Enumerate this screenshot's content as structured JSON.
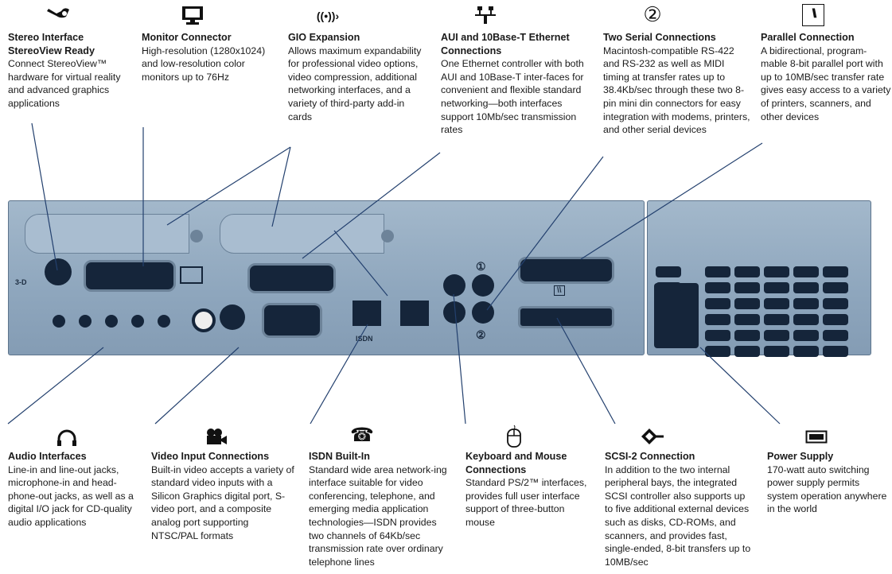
{
  "top_features": [
    {
      "icon": "stereo-glasses-icon",
      "title": "Stereo Interface StereoView Ready",
      "title_lines": [
        "Stereo Interface",
        "StereoView Ready"
      ],
      "body": "Connect StereoView™ hardware for virtual reality and advanced graphics applications"
    },
    {
      "icon": "monitor-icon",
      "title": "Monitor Connector",
      "body": "High-resolution (1280x1024) and low-resolution color monitors up to 76Hz"
    },
    {
      "icon": "gio-expansion-icon",
      "title": "GIO Expansion",
      "body": "Allows maximum expandability for professional video options, video compression, additional networking interfaces, and a variety of third-party add-in cards"
    },
    {
      "icon": "network-icon",
      "title": "AUI and 10Base-T Ethernet Connections",
      "body": "One Ethernet controller with both AUI and 10Base-T inter-faces for convenient and flexible standard networking—both interfaces support 10Mb/sec transmission rates"
    },
    {
      "icon": "serial-two-icon",
      "icon_text": "②",
      "title": "Two Serial Connections",
      "body": "Macintosh-compatible RS-422 and RS-232 as well as MIDI timing at transfer rates up to 38.4Kb/sec through these two 8-pin mini din connectors for easy integration with modems, printers, and other serial devices"
    },
    {
      "icon": "parallel-icon",
      "icon_text": "\\\\",
      "title": "Parallel Connection",
      "body": "A bidirectional, program-mable 8-bit parallel port with up to 10MB/sec transfer rate gives easy access to a variety of printers, scanners, and other devices"
    }
  ],
  "bottom_features": [
    {
      "icon": "headphones-icon",
      "title": "Audio Interfaces",
      "body": "Line-in and line-out jacks, microphone-in and head-phone-out jacks, as well as a digital I/O jack for CD-quality audio applications"
    },
    {
      "icon": "video-camera-icon",
      "title": "Video Input Connections",
      "body": "Built-in video accepts a variety of standard video inputs with a Silicon Graphics digital port, S-video port, and a composite analog port supporting NTSC/PAL formats"
    },
    {
      "icon": "telephone-icon",
      "icon_text": "☎",
      "title": "ISDN Built-In",
      "body": "Standard wide area network-ing interface suitable for video conferencing, telephone, and emerging media application technologies—ISDN provides two channels of 64Kb/sec transmission rate over ordinary telephone lines"
    },
    {
      "icon": "mouse-icon",
      "title": "Keyboard and Mouse Connections",
      "body": "Standard PS/2™ interfaces, provides full user interface support of three-button mouse"
    },
    {
      "icon": "scsi-icon",
      "title": "SCSI-2 Connection",
      "body": "In addition to the two internal peripheral bays, the integrated SCSI controller also supports up to five additional external devices such as disks, CD-ROMs, and scanners, and provides fast, single-ended, 8-bit transfers up to 10MB/sec"
    },
    {
      "icon": "power-supply-icon",
      "title": "Power Supply",
      "body": "170-watt auto switching power supply permits system operation anywhere in the world"
    }
  ],
  "panel_labels": {
    "stereo": "3-D",
    "isdn": "ISDN",
    "serial1": "①",
    "serial2": "②",
    "parallel": "\\\\"
  },
  "colors": {
    "panel": "#8ea6bd",
    "port": "#15253a",
    "leader": "#23406e"
  }
}
